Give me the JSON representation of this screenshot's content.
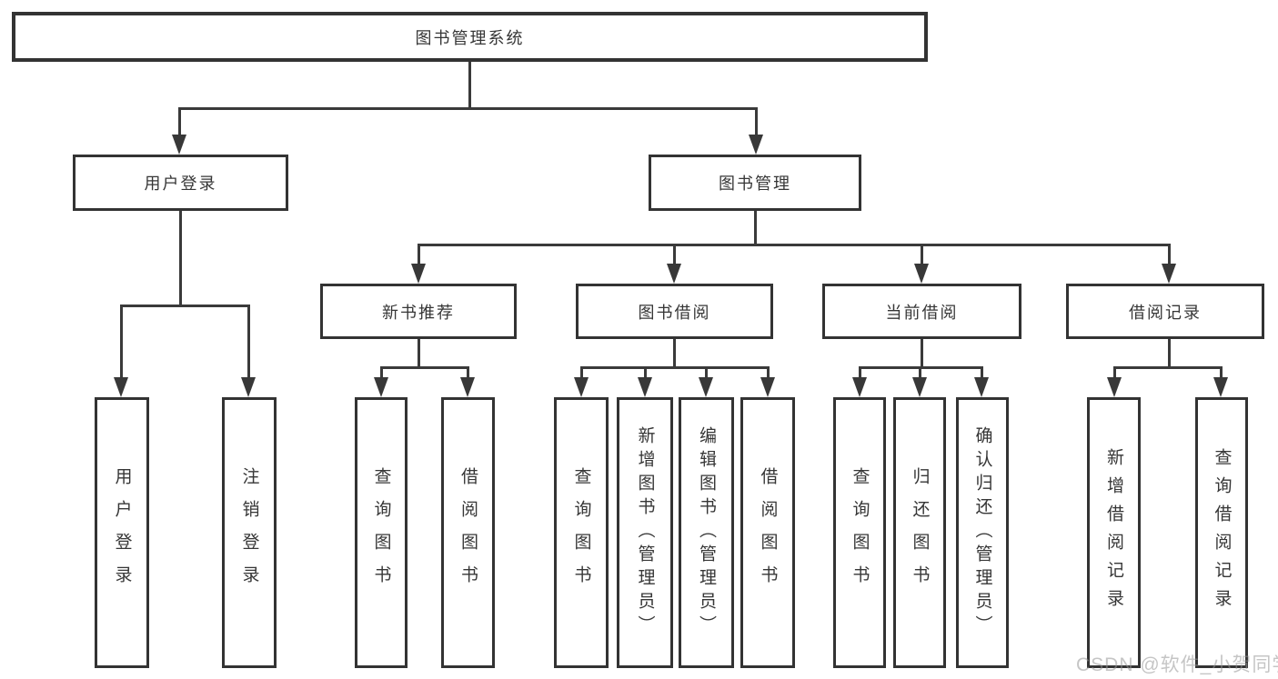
{
  "diagram": {
    "root": {
      "label": "图书管理系统"
    },
    "level2": [
      {
        "label": "用户登录"
      },
      {
        "label": "图书管理"
      }
    ],
    "level3": [
      {
        "label": "新书推荐"
      },
      {
        "label": "图书借阅"
      },
      {
        "label": "当前借阅"
      },
      {
        "label": "借阅记录"
      }
    ],
    "leaves": {
      "user_login": [
        "用户登录",
        "注销登录"
      ],
      "new_book": [
        "查询图书",
        "借阅图书"
      ],
      "borrow": [
        "查询图书",
        "新增图书（管理员）",
        "编辑图书（管理员）",
        "借阅图书"
      ],
      "current": [
        "查询图书",
        "归还图书",
        "确认归还（管理员）"
      ],
      "records": [
        "新增借阅记录",
        "查询借阅记录"
      ]
    },
    "colors": {
      "border": "#333333",
      "line": "#3a3a3a",
      "text": "#363636",
      "watermark": "#969696"
    },
    "watermark": "CSDN @软件_小贺同学"
  }
}
